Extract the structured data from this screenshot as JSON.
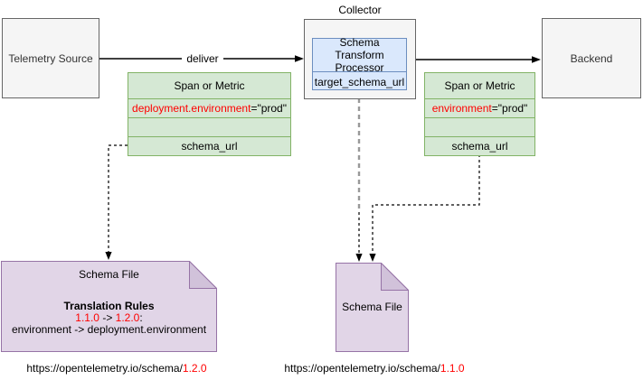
{
  "nodes": {
    "telemetry_source": {
      "label": "Telemetry Source"
    },
    "collector": {
      "label": "Collector"
    },
    "processor": {
      "title": "Schema Transform Processor",
      "field": "target_schema_url"
    },
    "backend": {
      "label": "Backend"
    }
  },
  "tables": {
    "left": {
      "header": "Span or Metric",
      "attr_name": "deployment.environment",
      "attr_value": "=\"prod\"",
      "field": "schema_url"
    },
    "right": {
      "header": "Span or Metric",
      "attr_name": "environment",
      "attr_value": "=\"prod\"",
      "field": "schema_url"
    }
  },
  "schema_files": {
    "left": {
      "title": "Schema File",
      "rules_heading": "Translation Rules",
      "version_from": "1.1.0",
      "version_sep": " -> ",
      "version_to": "1.2.0",
      "version_colon": ":",
      "rule": "environment -> deployment.environment"
    },
    "mid": {
      "title": "Schema File"
    }
  },
  "edges": {
    "deliver_label": "deliver"
  },
  "urls": {
    "left": {
      "base": "https://opentelemetry.io/schema/",
      "version": "1.2.0"
    },
    "right": {
      "base": "https://opentelemetry.io/schema/",
      "version": "1.1.0"
    }
  },
  "colors": {
    "green_fill": "#d5e8d4",
    "green_stroke": "#82b366",
    "blue_fill": "#dae8fc",
    "blue_stroke": "#6c8ebf",
    "purple_fill": "#e1d5e7",
    "purple_fold": "#d1c2da",
    "purple_stroke": "#9673a6",
    "gray_fill": "#f5f5f5",
    "gray_stroke": "#666666",
    "red_text": "#ff0000",
    "edge_gray": "#999999"
  }
}
